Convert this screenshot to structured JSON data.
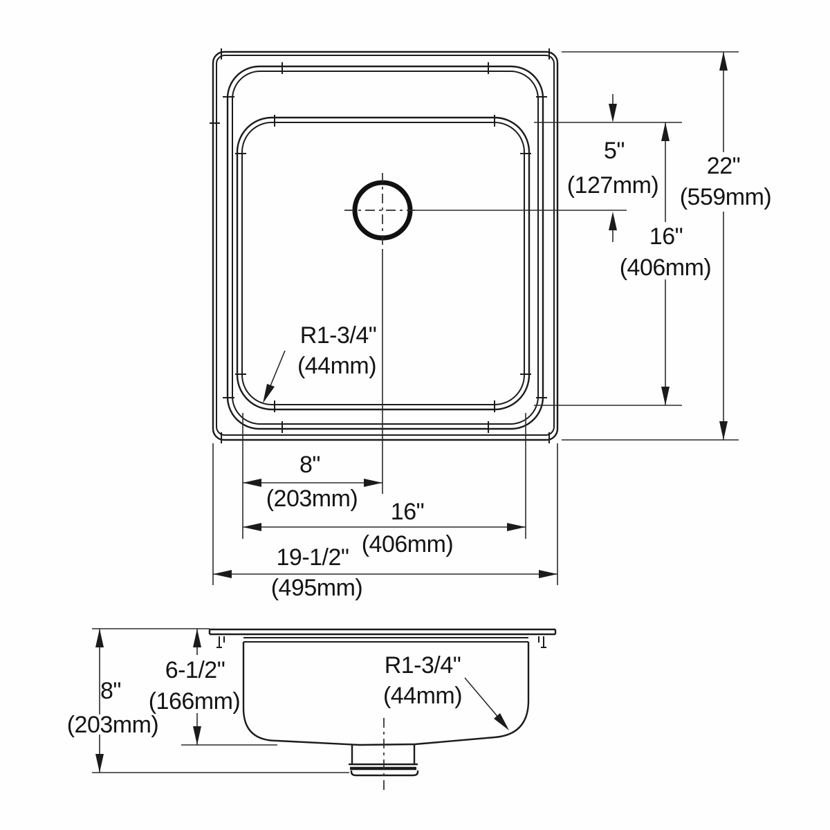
{
  "drawing": {
    "kind": "sink dimension drawing",
    "top_view": {
      "drain_offset_vertical_in": "5\"",
      "drain_offset_vertical_mm": "(127mm)",
      "overall_length_in": "22\"",
      "overall_length_mm": "(559mm)",
      "bowl_length_in": "16\"",
      "bowl_length_mm": "(406mm)",
      "drain_offset_horizontal_in": "8\"",
      "drain_offset_horizontal_mm": "(203mm)",
      "bowl_width_in": "16\"",
      "bowl_width_mm": "(406mm)",
      "overall_width_in": "19-1/2\"",
      "overall_width_mm": "(495mm)",
      "corner_radius_label": "R1-3/4\"",
      "corner_radius_mm": "(44mm)"
    },
    "side_view": {
      "overall_depth_in": "8\"",
      "overall_depth_mm": "(203mm)",
      "bowl_depth_in": "6-1/2\"",
      "bowl_depth_mm": "(166mm)",
      "corner_radius_label": "R1-3/4\"",
      "corner_radius_mm": "(44mm)"
    }
  }
}
